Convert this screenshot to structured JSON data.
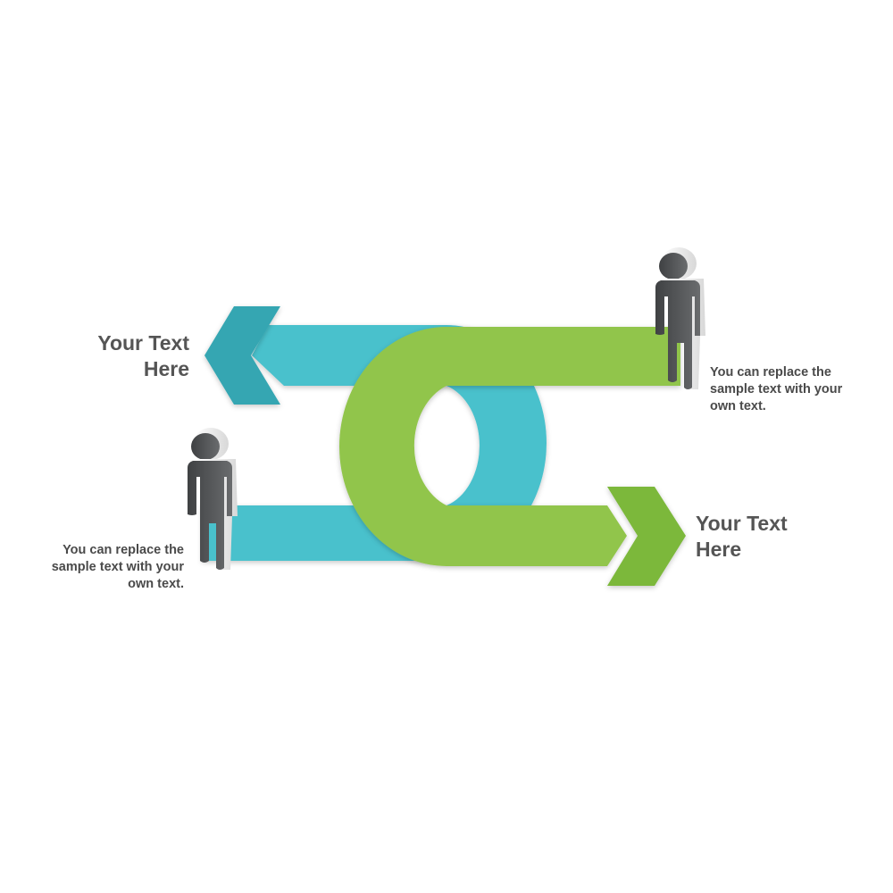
{
  "colors": {
    "teal": "#48c1cc",
    "teal_dark": "#35a6b2",
    "green": "#91c54b",
    "green_dark": "#7bb83b",
    "figure": "#4e5052",
    "text": "#555555"
  },
  "left_block": {
    "title_lines": [
      "Your Text",
      "Here"
    ],
    "desc_lines": [
      "You can replace the",
      "sample text with your",
      "own text."
    ]
  },
  "right_block": {
    "title_lines": [
      "Your Text",
      "Here"
    ],
    "desc_lines": [
      "You can replace the",
      "sample text with your",
      "own text."
    ]
  },
  "icons": {
    "top_figure": "person-figure-icon",
    "bottom_figure": "person-figure-icon",
    "left_chevron": "chevron-left-icon",
    "right_chevron": "chevron-right-icon"
  }
}
